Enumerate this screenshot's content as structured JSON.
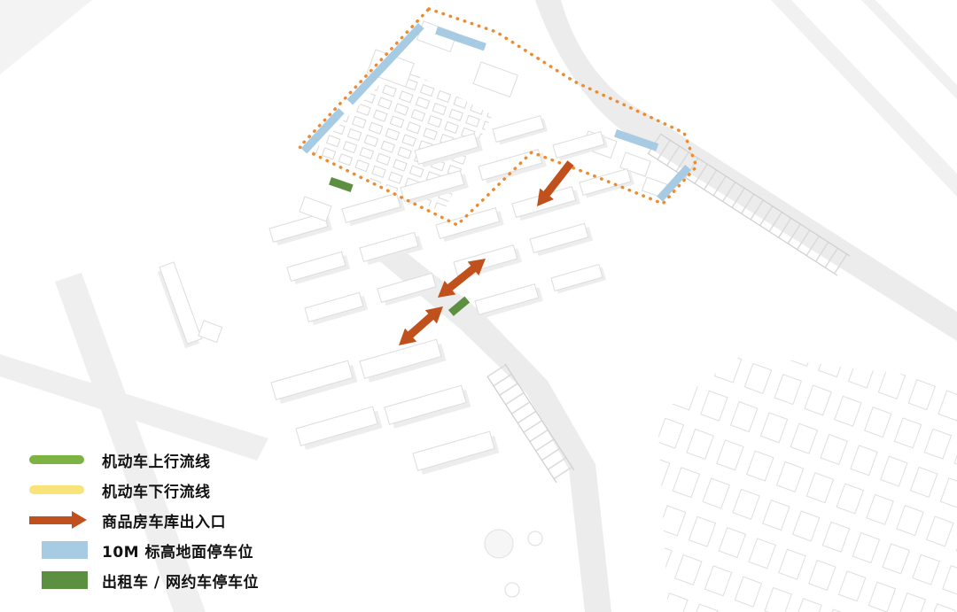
{
  "legend": {
    "items": [
      {
        "label": "机动车上行流线",
        "swatch": "bar",
        "color": "#7cb342"
      },
      {
        "label": "机动车下行流线",
        "swatch": "bar",
        "color": "#f8e47b"
      },
      {
        "label": "商品房车库出入口",
        "swatch": "arrow",
        "color": "#c0511d"
      },
      {
        "label": "10M 标高地面停车位",
        "swatch": "rect",
        "color": "#a6cbe2"
      },
      {
        "label": "出租车 / 网约车停车位",
        "swatch": "rect",
        "color": "#5c8f40"
      }
    ]
  },
  "diagram": {
    "boundary_color": "#ef8b2e",
    "arrow_color": "#c0511d",
    "parking_blue": "#a6cbe2",
    "taxi_green": "#5c8f40",
    "road_color": "#ececec",
    "building_fill": "#ffffff",
    "building_stroke": "#dcdcdc"
  }
}
